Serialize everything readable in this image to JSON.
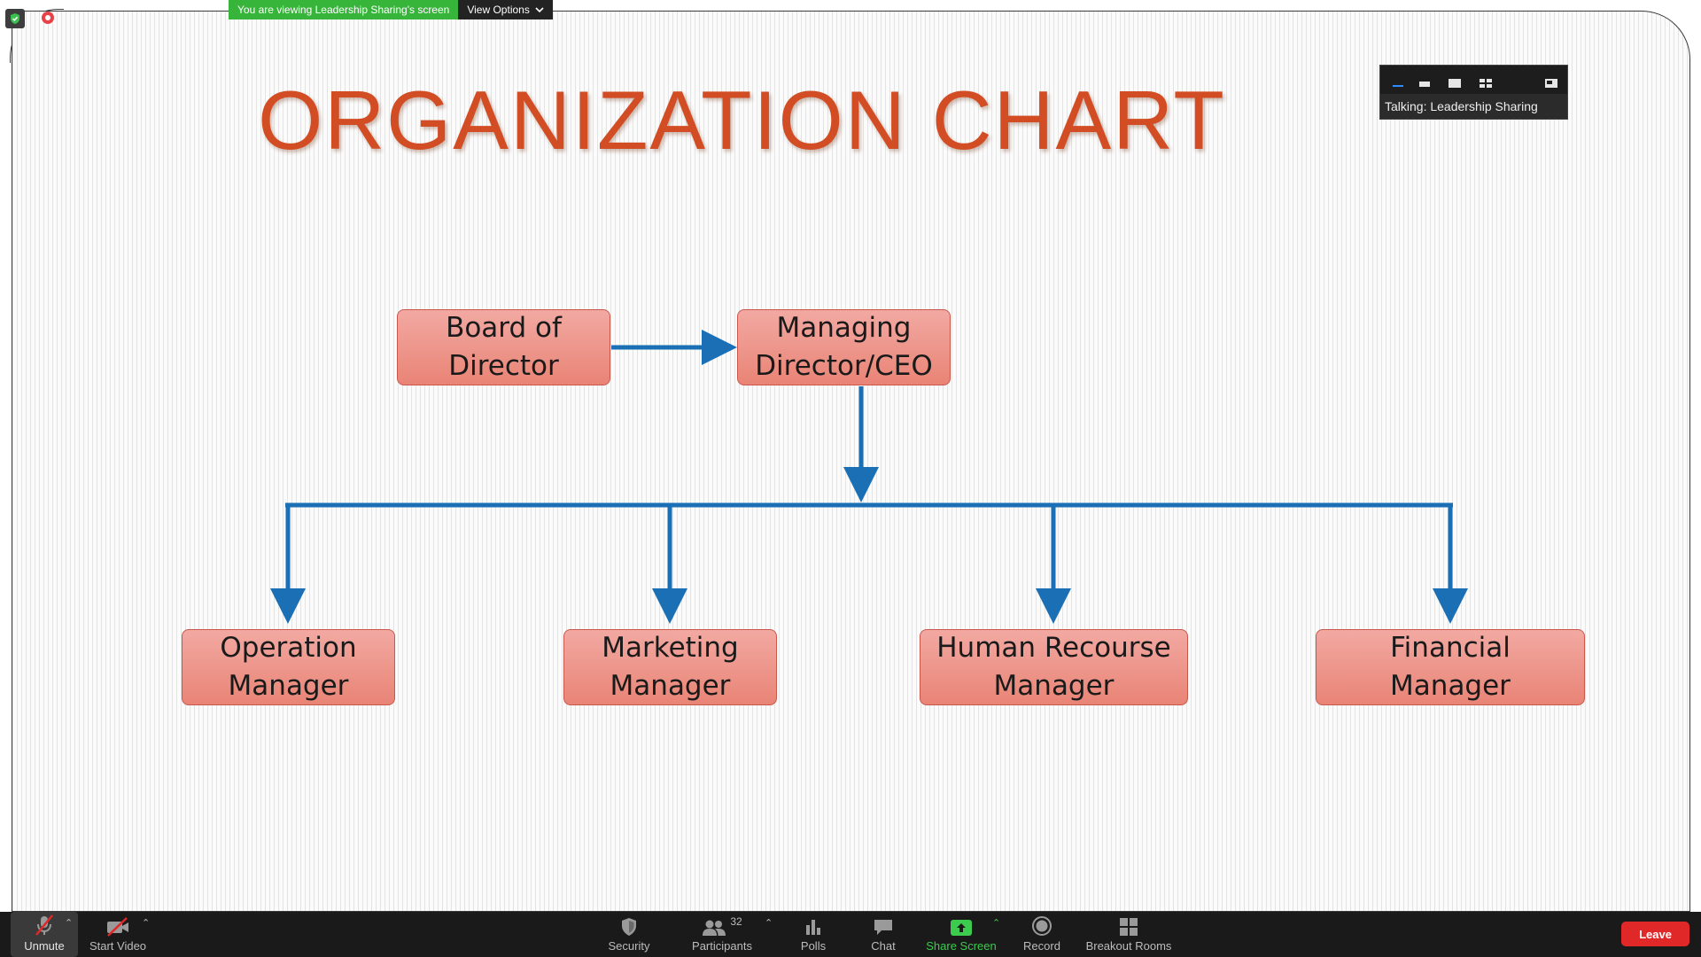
{
  "banner": {
    "viewing_text": "You are viewing Leadership Sharing's screen",
    "view_options_label": "View Options"
  },
  "slide": {
    "title": "ORGANIZATION CHART",
    "boxes": {
      "board": "Board of\nDirector",
      "ceo": "Managing\nDirector/CEO",
      "operation": "Operation\nManager",
      "marketing": "Marketing\nManager",
      "hr": "Human Recourse\nManager",
      "financial": "Financial\nManager"
    },
    "colors": {
      "title": "#d24d24",
      "box_fill": "#ee9a90",
      "connector": "#1a6fb5"
    }
  },
  "view_panel": {
    "talking_label": "Talking: Leadership Sharing",
    "icons": [
      "speaker-view-icon",
      "gallery-strip-icon",
      "full-view-icon",
      "grid-view-icon",
      "minimize-panel-icon"
    ]
  },
  "toolbar": {
    "unmute": "Unmute",
    "start_video": "Start Video",
    "security": "Security",
    "participants": "Participants",
    "participants_count": "32",
    "polls": "Polls",
    "chat": "Chat",
    "share_screen": "Share Screen",
    "record": "Record",
    "breakout_rooms": "Breakout Rooms",
    "leave": "Leave"
  }
}
